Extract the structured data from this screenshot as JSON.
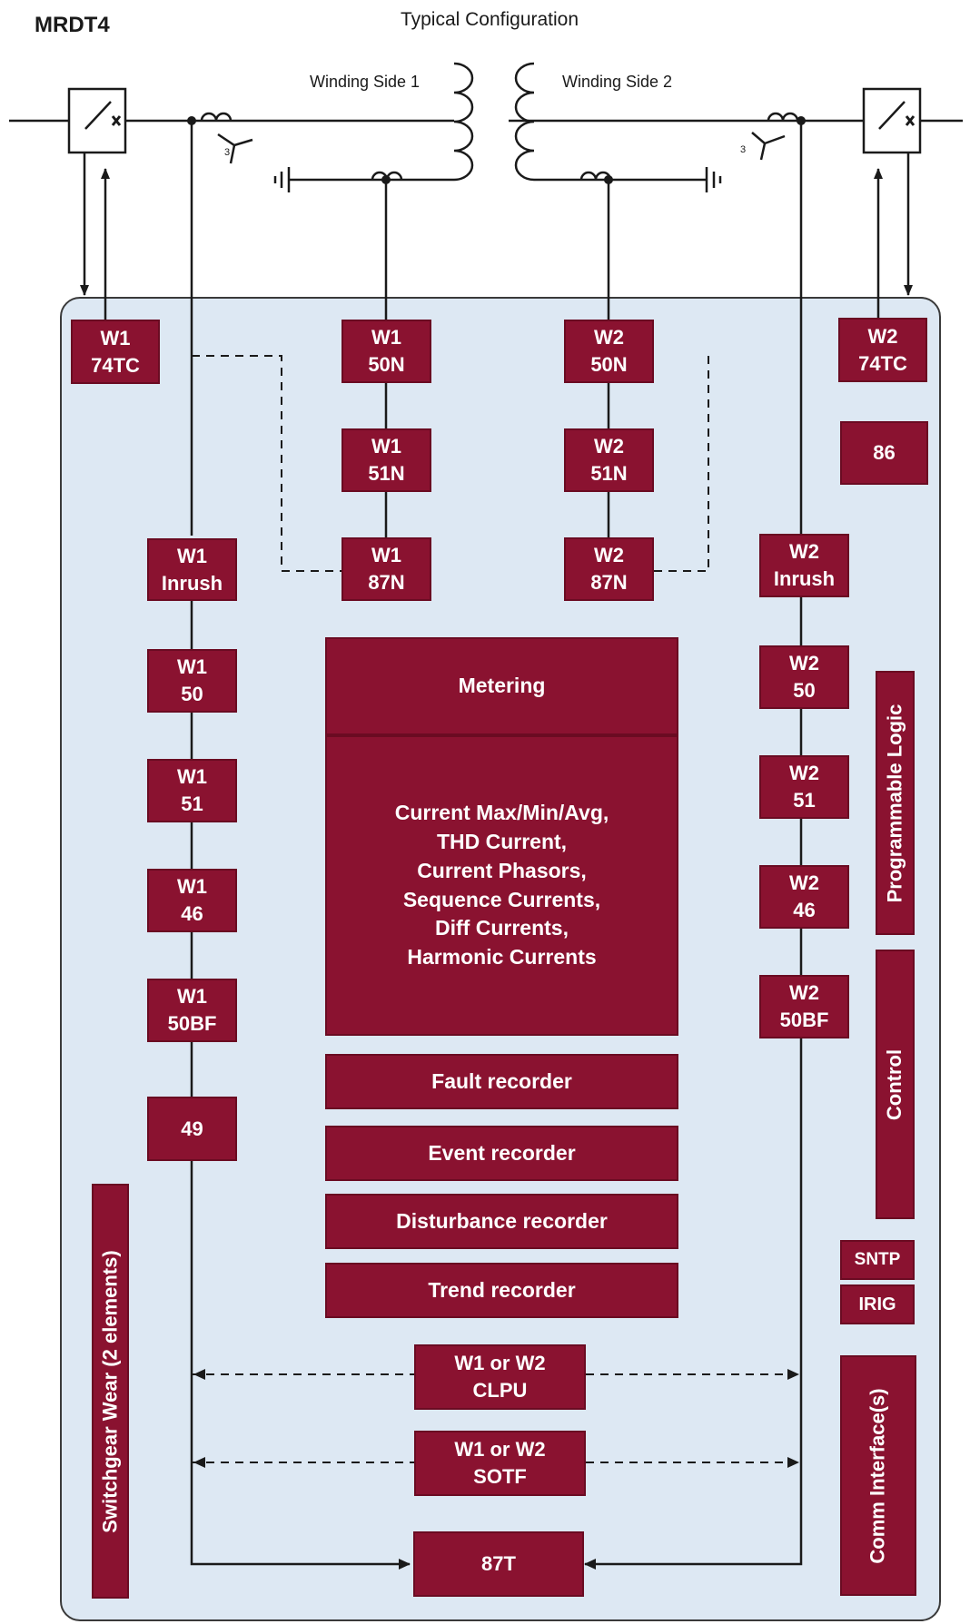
{
  "header": {
    "device": "MRDT4",
    "configuration": "Typical Configuration",
    "winding_side_1": "Winding Side 1",
    "winding_side_2": "Winding Side 2",
    "ct_count_1": "3",
    "ct_count_2": "3"
  },
  "blocks": {
    "w1_74tc": "W1\n74TC",
    "w2_74tc": "W2\n74TC",
    "w1_50n": "W1\n50N",
    "w1_51n": "W1\n51N",
    "w1_87n": "W1\n87N",
    "w2_50n": "W2\n50N",
    "w2_51n": "W2\n51N",
    "w2_87n": "W2\n87N",
    "b86": "86",
    "w1_inrush": "W1\nInrush",
    "w1_50": "W1\n50",
    "w1_51": "W1\n51",
    "w1_46": "W1\n46",
    "w1_50bf": "W1\n50BF",
    "b49": "49",
    "w2_inrush": "W2\nInrush",
    "w2_50": "W2\n50",
    "w2_51": "W2\n51",
    "w2_46": "W2\n46",
    "w2_50bf": "W2\n50BF",
    "metering": "Metering",
    "metering_detail": "Current Max/Min/Avg,\nTHD Current,\nCurrent Phasors,\nSequence Currents,\nDiff Currents,\nHarmonic Currents",
    "fault_recorder": "Fault recorder",
    "event_recorder": "Event recorder",
    "disturbance_recorder": "Disturbance recorder",
    "trend_recorder": "Trend recorder",
    "clpu": "W1 or W2\nCLPU",
    "sotf": "W1 or W2\nSOTF",
    "b87t": "87T",
    "sntp": "SNTP",
    "irig": "IRIG"
  },
  "side_panels": {
    "programmable_logic": "Programmable Logic",
    "control": "Control",
    "comm_interface": "Comm Interface(s)",
    "switchgear_wear": "Switchgear Wear (2 elements)"
  },
  "colors": {
    "block": "#8a1230",
    "panel": "#dde8f3",
    "line": "#1a1a1a"
  }
}
